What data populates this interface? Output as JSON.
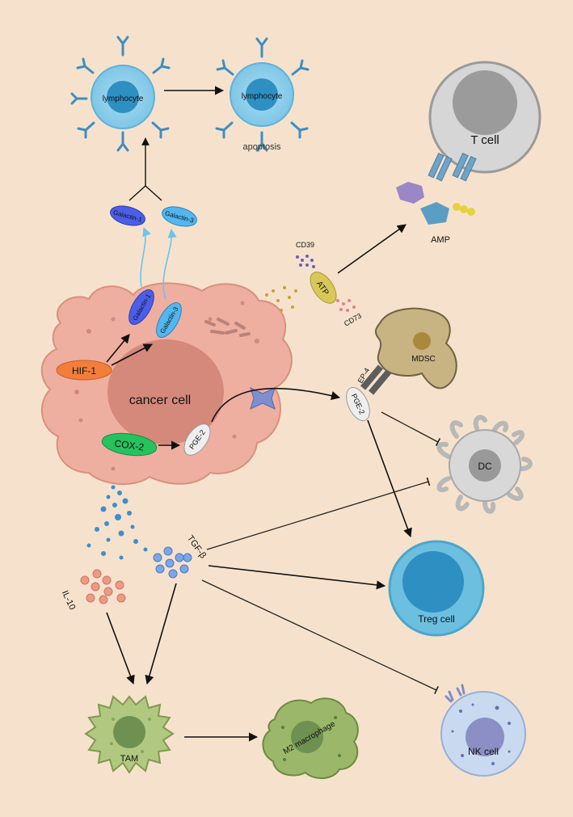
{
  "colors": {
    "background": "#f6e2cc",
    "cancer_cell": "#eeaea0",
    "cancer_nucleus": "#d4897a",
    "lymphocyte": "#7ec6e6",
    "lymphocyte_nucleus": "#2e8fc2",
    "t_cell": "#d3d3d3",
    "mdsc": "#c8b383",
    "dc": "#d8d8d8",
    "treg": "#6dbfe0",
    "nk_cell": "#c9daf0",
    "tam": "#b0c880",
    "m2": "#9bb86a",
    "hif1": "#f37e3b",
    "cox2": "#25c25f",
    "galactin1": "#4b5ee8",
    "galactin3": "#52b6ef",
    "atp": "#d8c85a",
    "pge2": "#eeeeee",
    "arrow": "#111111"
  },
  "labels": {
    "lymphocyte_1": "lymphocyte",
    "lymphocyte_2": "lymphocyte",
    "apoptosis": "apoptosis",
    "galactin1_top": "Galactin-1",
    "galactin3_top": "Galactin-3",
    "t_cell": "T cell",
    "amp": "AMP",
    "cd39": "CD39",
    "atp": "ATP",
    "cd73": "CD73",
    "mdsc": "MDSC",
    "ep4": "EP-4",
    "pge2_right": "PGE-2",
    "dc": "DC",
    "hif1": "HIF-1",
    "galactin1_cell": "Galactin-1",
    "galactin3_cell": "Galactin-3",
    "cancer_cell": "cancer cell",
    "cox2": "COX-2",
    "pge2_cell": "PGE-2",
    "tgfb": "TGF-β",
    "il10": "IL-10",
    "treg": "Treg cell",
    "tam": "TAM",
    "m2": "M2 macrophage",
    "nk": "NK cell"
  }
}
